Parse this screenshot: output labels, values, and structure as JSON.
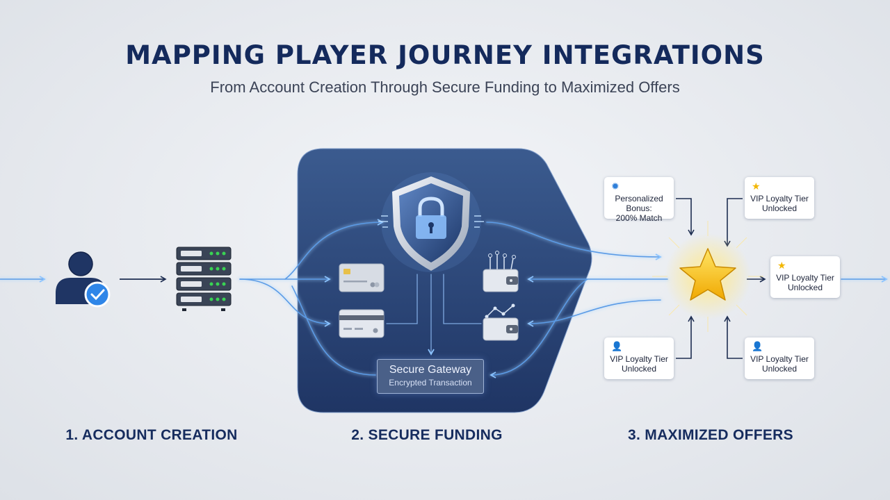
{
  "title": "MAPPING PLAYER JOURNEY INTEGRATIONS",
  "subtitle": "From Account Creation Through Secure Funding to Maximized Offers",
  "stages": [
    {
      "label": "1. ACCOUNT CREATION"
    },
    {
      "label": "2. SECURE FUNDING"
    },
    {
      "label": "3. MAXIMIZED OFFERS"
    }
  ],
  "gateway": {
    "title": "Secure Gateway",
    "subtitle": "Encrypted Transaction"
  },
  "offers": [
    {
      "line1": "Personalized Bonus:",
      "line2": "200% Match",
      "icon": "badge-icon"
    },
    {
      "line1": "VIP Loyalty Tier",
      "line2": "Unlocked",
      "icon": "star-icon"
    },
    {
      "line1": "VIP Loyalty Tier",
      "line2": "Unlocked",
      "icon": "star-icon"
    },
    {
      "line1": "VIP Loyalty Tier",
      "line2": "Unlocked",
      "icon": "person-icon"
    },
    {
      "line1": "VIP Loyalty Tier",
      "line2": "Unlocked",
      "icon": "person-icon"
    }
  ],
  "colors": {
    "navy": "#142a5c",
    "panel": "#2b4572",
    "glow": "#8cc4ff",
    "star": "#f4c430",
    "badge": "#2f7fd9"
  }
}
